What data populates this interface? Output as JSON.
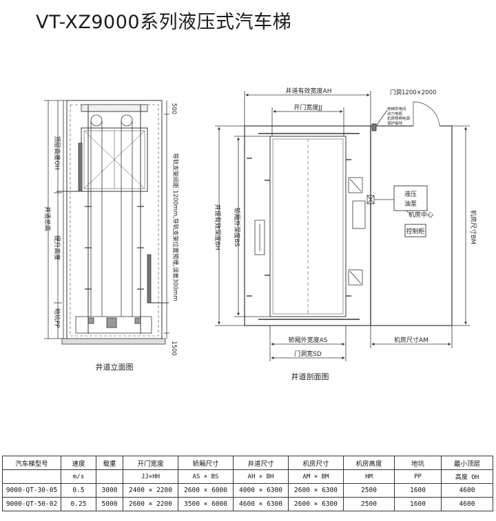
{
  "title": "VT-XZ9000系列液压式汽车梯",
  "elevation": {
    "caption": "井道立面图",
    "dims": {
      "top_height": "顶层高度OH",
      "total_height": "井道总高",
      "travel": "提升高度",
      "pit": "地坑PP",
      "guide_rail_note": "导轨支架间距 1200mm,导轨支架位置预埋,误差300mm",
      "top_clear": "500",
      "pit_clear": "1500"
    }
  },
  "plan": {
    "caption": "井道剖面图",
    "dims": {
      "shaft_width": "井道有效宽度AH",
      "door_width": "开门宽度JJ",
      "door_frame": "门洞1200×2000",
      "shaft_depth": "井道有效深度BH",
      "car_depth": "轿厢外深度BS",
      "car_width": "轿厢外宽度AS",
      "door_opening": "门洞宽SD",
      "machine_width": "机房尺寸AM",
      "machine_depth": "机房尺寸BM",
      "conduit_note_1": "电梯供电间",
      "conduit_note_2": "动力电缆",
      "conduit_note_3": "机房照明电源",
      "conduit_note_4": "保护接地",
      "pump_label_1": "液压",
      "pump_label_2": "油泵",
      "machine_center": "机房中心",
      "controller": "控制柜"
    }
  },
  "spec_table": {
    "headers": [
      {
        "top": "汽车梯型号",
        "sub": ""
      },
      {
        "top": "速度",
        "sub": "m/s"
      },
      {
        "top": "载重",
        "sub": ""
      },
      {
        "top": "开门宽度",
        "sub": "JJ×HH"
      },
      {
        "top": "轿厢尺寸",
        "sub": "AS × BS"
      },
      {
        "top": "井道尺寸",
        "sub": "AH × BH"
      },
      {
        "top": "机房尺寸",
        "sub": "AM × BM"
      },
      {
        "top": "机房高度",
        "sub": "HM"
      },
      {
        "top": "地坑",
        "sub": "PP"
      },
      {
        "top": "最小顶层",
        "sub": "高度 OH"
      }
    ],
    "rows": [
      [
        "9000-QT-30-05",
        "0.5",
        "3000",
        "2400 × 2200",
        "2600 × 6000",
        "4000 × 6300",
        "2600 × 6300",
        "2500",
        "1600",
        "4600"
      ],
      [
        "9000-QT-50-02",
        "0.25",
        "5000",
        "2600 × 2200",
        "3500 × 6000",
        "4600 × 6300",
        "2600 × 6300",
        "2500",
        "1600",
        "4600"
      ]
    ]
  }
}
